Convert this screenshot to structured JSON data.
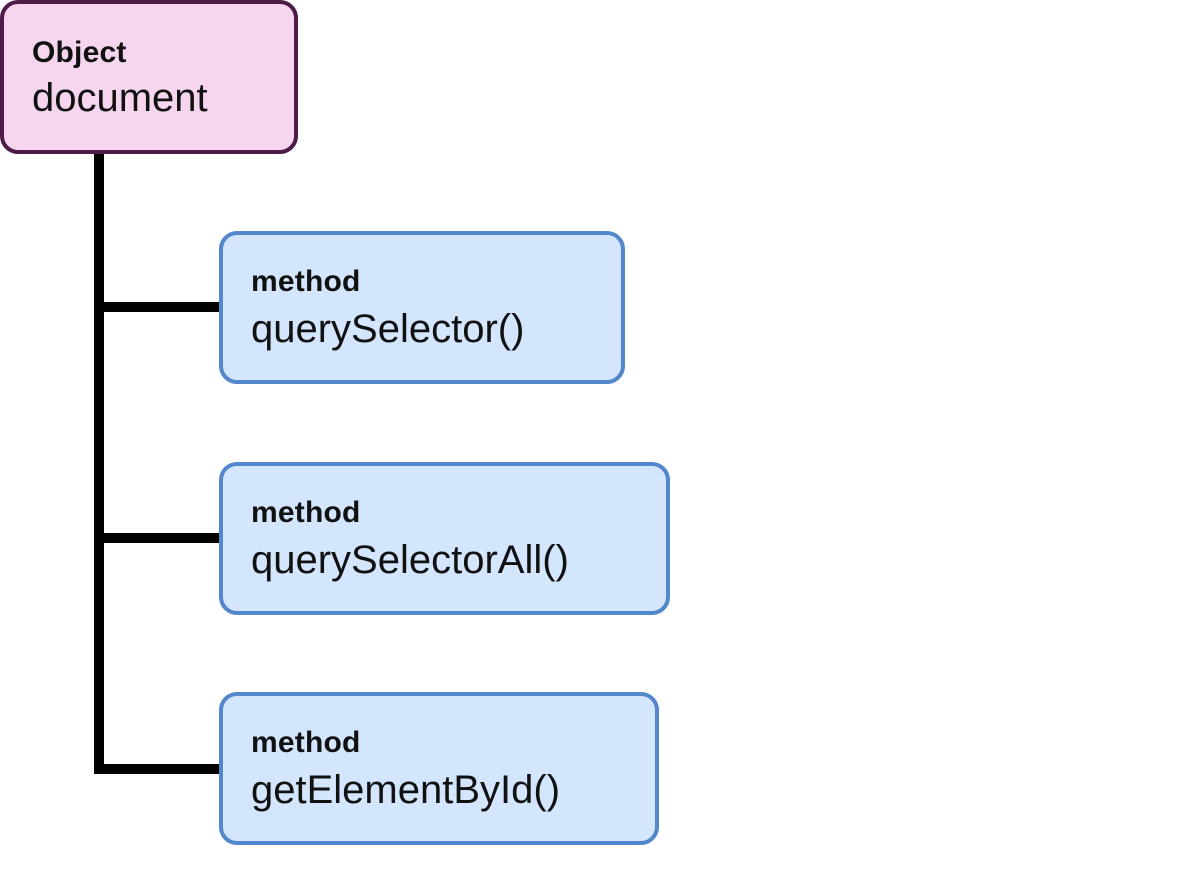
{
  "colors": {
    "object_fill": "#f6d5ef",
    "object_border": "#4e1a47",
    "method_fill": "#d3e6fd",
    "method_border": "#5387cc",
    "connector": "#000000"
  },
  "root": {
    "kind": "Object",
    "name": "document"
  },
  "methods": [
    {
      "kind": "method",
      "name": "querySelector()"
    },
    {
      "kind": "method",
      "name": "querySelectorAll()"
    },
    {
      "kind": "method",
      "name": "getElementById()"
    }
  ]
}
